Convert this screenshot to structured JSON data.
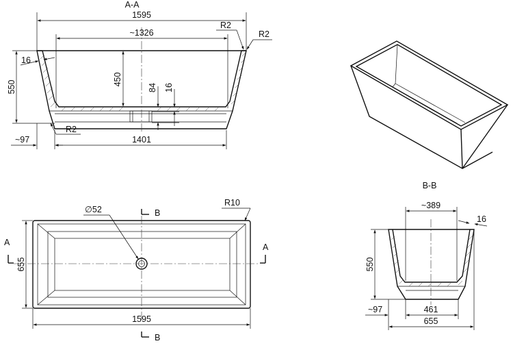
{
  "section_aa": {
    "title": "A-A",
    "overall_length": "1595",
    "inner_length": "~1326",
    "base_length": "1401",
    "height": "550",
    "inner_depth": "450",
    "wall": "16",
    "floor_offset": "84",
    "floor_thickness": "16",
    "radius_top_left": "R2",
    "radius_top_right": "R2",
    "radius_bottom": "R2",
    "base_offset": "~97"
  },
  "plan_view": {
    "drain": "∅52",
    "corner_radius": "R10",
    "width": "655",
    "length": "1595",
    "section_a_left": "A",
    "section_a_right": "A",
    "section_b_top": "B",
    "section_b_bottom": "B"
  },
  "section_bb": {
    "title": "B-B",
    "inner_width": "~389",
    "wall": "16",
    "height": "550",
    "base_width": "461",
    "overall_width": "655",
    "base_offset": "~97"
  },
  "colors": {
    "line": "#111111",
    "background": "#ffffff"
  }
}
